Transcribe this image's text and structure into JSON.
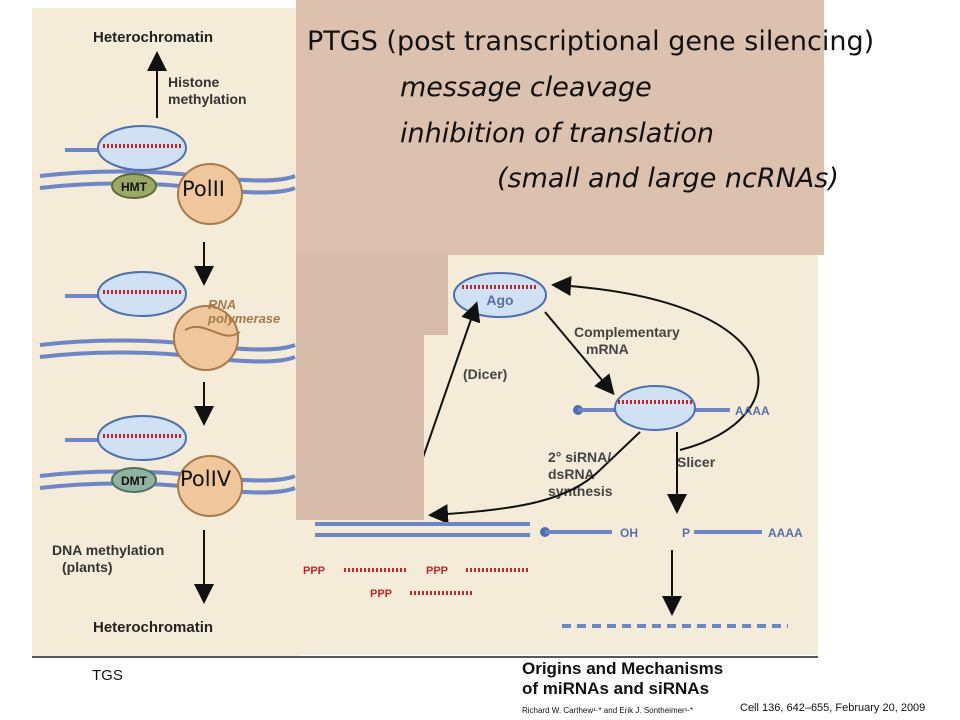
{
  "slide": {
    "ptgs_title": "PTGS (post transcriptional gene silencing)",
    "ptgs_item1": "message cleavage",
    "ptgs_item2": "inhibition of translation",
    "ptgs_item3": "(small and large ncRNAs)",
    "pol2_label": "PolII",
    "pol4_label": "PolIV",
    "tgs_label": "TGS"
  },
  "figure_left": {
    "top_label": "Heterochromatin",
    "histone_methylation": [
      "Histone",
      "methylation"
    ],
    "hmt": "HMT",
    "rna_polymerase": [
      "RNA",
      "polymerase"
    ],
    "dmt": "DMT",
    "dna_methylation": [
      "DNA methylation",
      "(plants)"
    ],
    "bottom_label": "Heterochromatin"
  },
  "figure_right": {
    "ago": "Ago",
    "complementary_mrna": [
      "Complementary",
      "mRNA"
    ],
    "dicer": "(Dicer)",
    "aaaa": "AAAA",
    "sirna_synthesis": [
      "2° siRNA/",
      "dsRNA",
      "synthesis"
    ],
    "slicer": "Slicer",
    "oh": "OH",
    "p": "P",
    "aaaa2": "AAAA",
    "ppp": "PPP"
  },
  "citation": {
    "title_line1": "Origins and Mechanisms",
    "title_line2": "of miRNAs and siRNAs",
    "authors": "Richard W. Carthew¹·* and Erik J. Sontheimer¹·*",
    "journal": "Cell 136, 642–655, February 20, 2009"
  },
  "colors": {
    "figure_bg": "#f4ecd8",
    "overlay": "#dbc1ae",
    "overlay_dark": "#d6bca8",
    "dna_blue": "#6f86c6",
    "rna_red": "#c0262c",
    "complex_fill": "#cfe1f2",
    "pol_fill": "#f0c79c",
    "hmt_fill": "#9aa86a",
    "dmt_fill": "#8fb3a0"
  }
}
